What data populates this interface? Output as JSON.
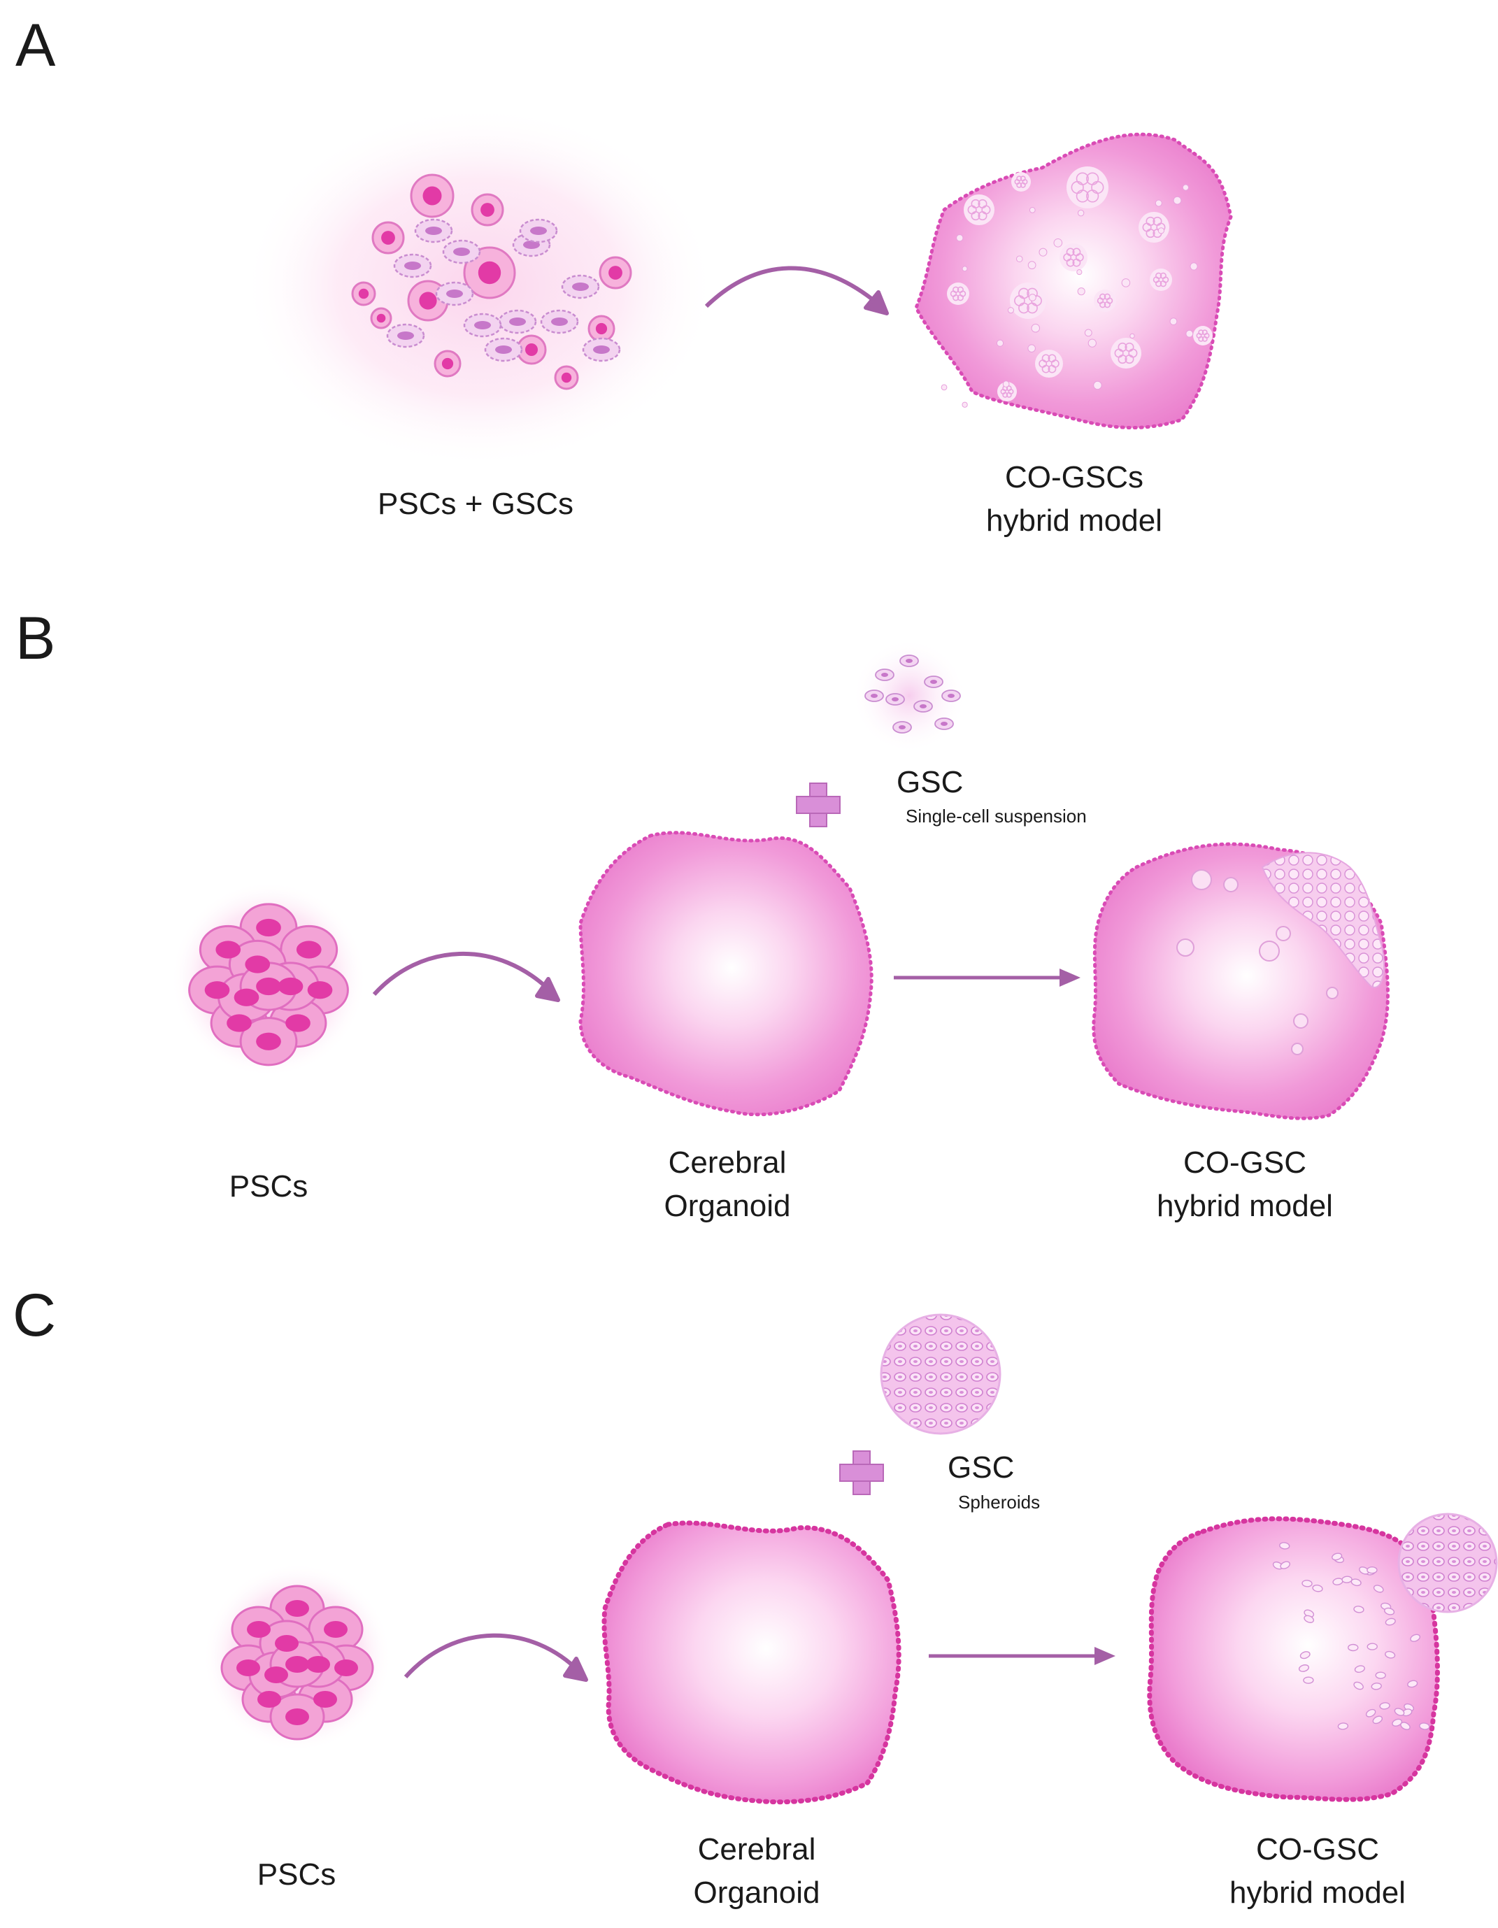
{
  "panels": {
    "a": {
      "letter": "A",
      "start_label": "PSCs + GSCs",
      "result_label_line1": "CO-GSCs",
      "result_label_line2": "hybrid model"
    },
    "b": {
      "letter": "B",
      "start_label": "PSCs",
      "organoid_label_line1": "Cerebral",
      "organoid_label_line2": "Organoid",
      "gsc_label": "GSC",
      "gsc_sublabel": "Single-cell suspension",
      "result_label_line1": "CO-GSC",
      "result_label_line2": "hybrid model"
    },
    "c": {
      "letter": "C",
      "start_label": "PSCs",
      "organoid_label_line1": "Cerebral",
      "organoid_label_line2": "Organoid",
      "gsc_label": "GSC",
      "gsc_sublabel": "Spheroids",
      "result_label_line1": "CO-GSC",
      "result_label_line2": "hybrid model"
    }
  },
  "colors": {
    "organoid": "#ee8fd2",
    "organoid_edge": "#d94bb5",
    "arrow": "#a45fa6",
    "plus": "#d98fd8",
    "nucleus": "#e23aa6"
  }
}
